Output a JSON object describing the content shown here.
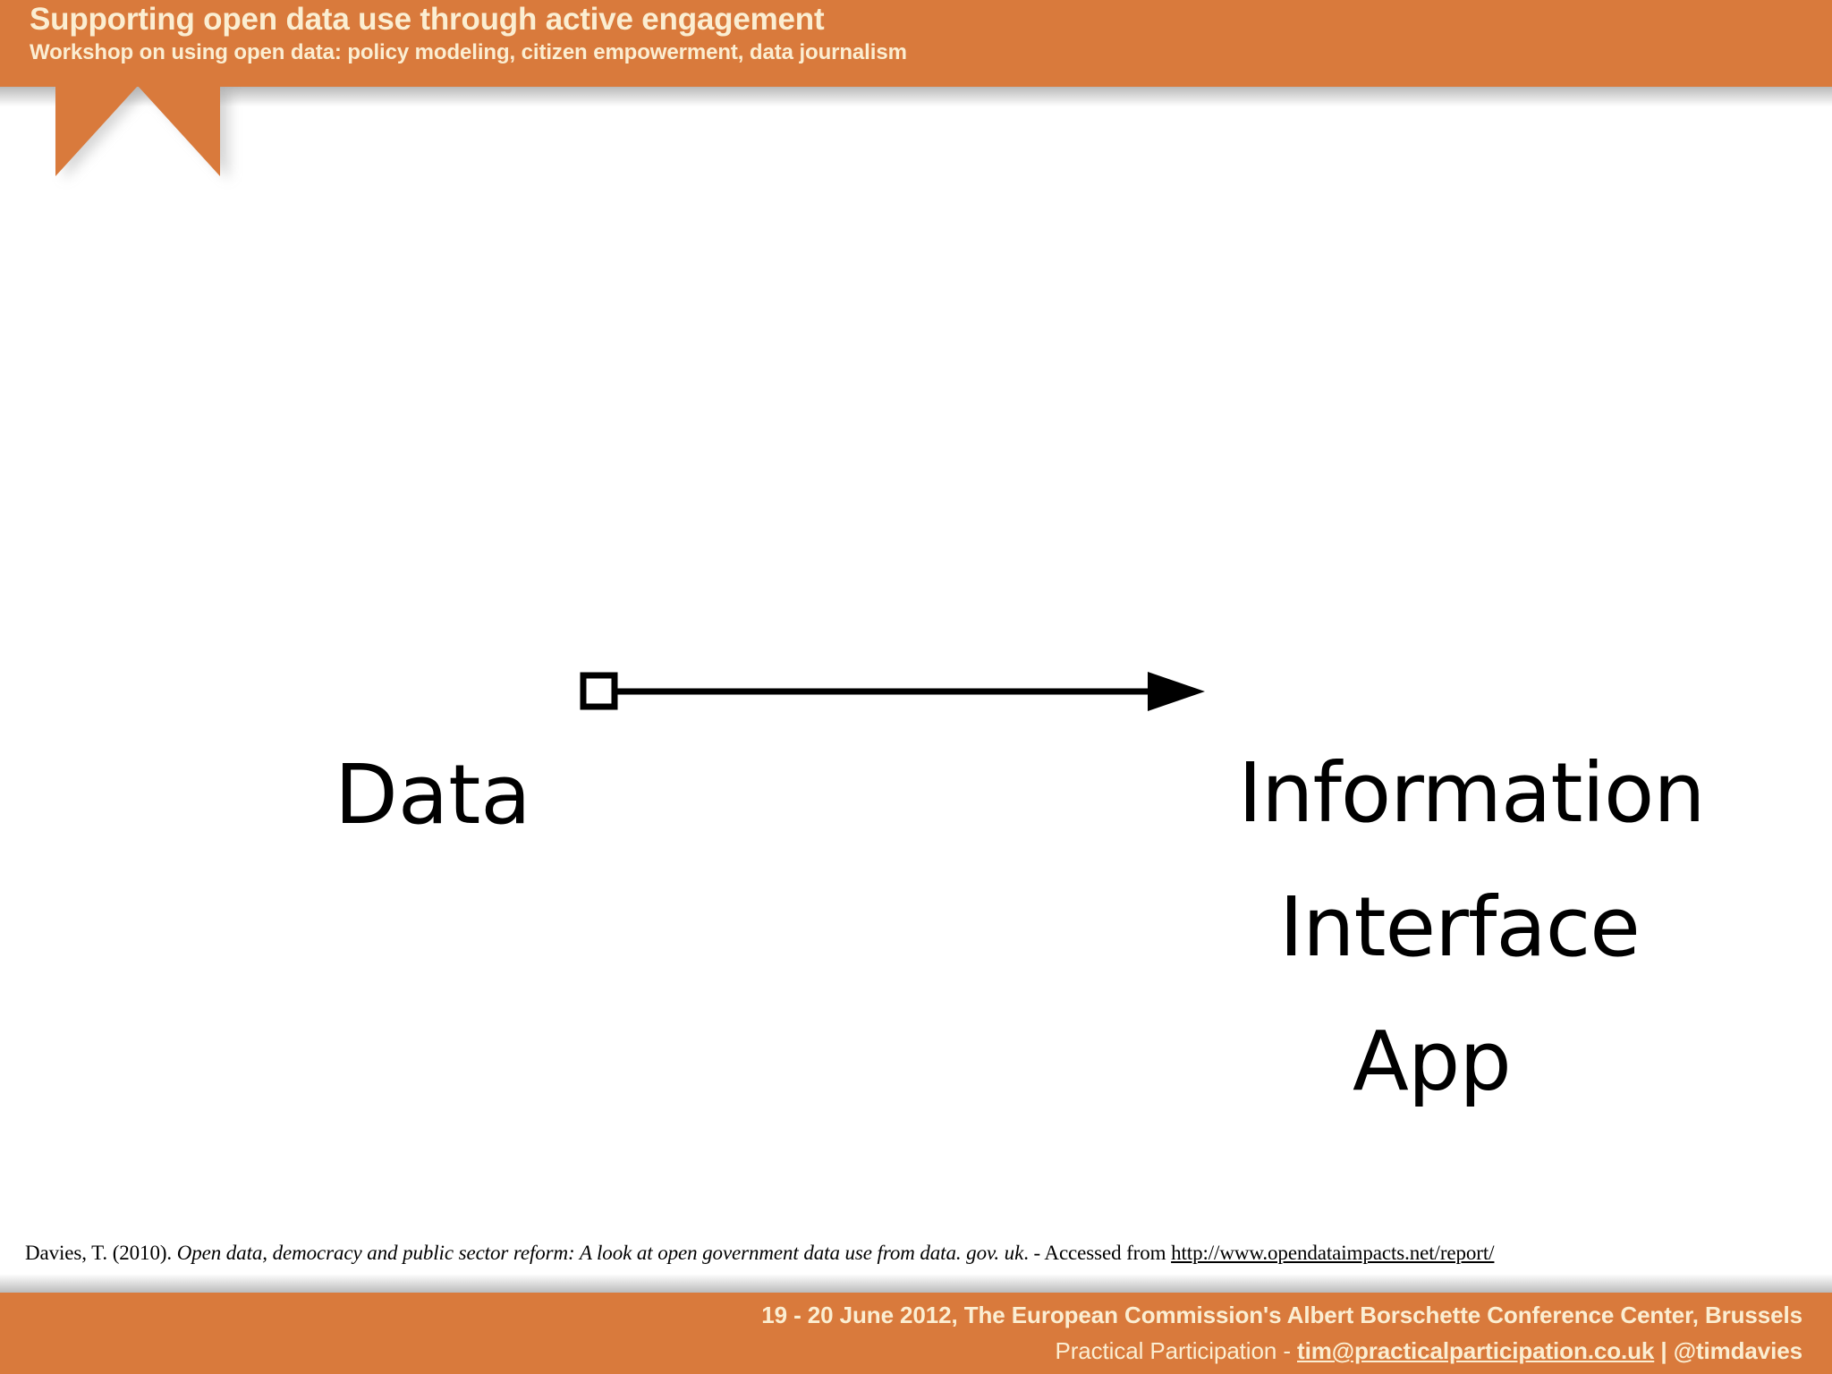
{
  "header": {
    "title": "Supporting open data use through active engagement",
    "subtitle": "Workshop on using open data: policy modeling, citizen empowerment, data journalism",
    "background_color": "#d97a3c",
    "text_color": "#fbeed2"
  },
  "diagram": {
    "type": "flow",
    "nodes": [
      {
        "id": "data",
        "label": "Data"
      },
      {
        "id": "information",
        "label": "Information"
      },
      {
        "id": "interface",
        "label": "Interface"
      },
      {
        "id": "app",
        "label": "App"
      }
    ],
    "connector": {
      "source_marker": "open-square",
      "target_marker": "solid-arrowhead",
      "stroke_color": "#000000"
    }
  },
  "citation": {
    "author_year": "Davies, T. (2010). ",
    "work_title": "Open data, democracy and public sector reform: A look at open government data use from data. gov. uk",
    "after_title": ". - Accessed from ",
    "url": "http://www.opendataimpacts.net/report/"
  },
  "footer": {
    "line1": "19 - 20 June 2012, The European Commission's Albert Borschette Conference Center, Brussels",
    "line2_prefix": "Practical Participation - ",
    "line2_email": "tim@practicalparticipation.co.uk",
    "line2_separator": " | ",
    "line2_handle": "@timdavies",
    "background_color": "#d97a3c",
    "text_color": "#fbeed2"
  }
}
